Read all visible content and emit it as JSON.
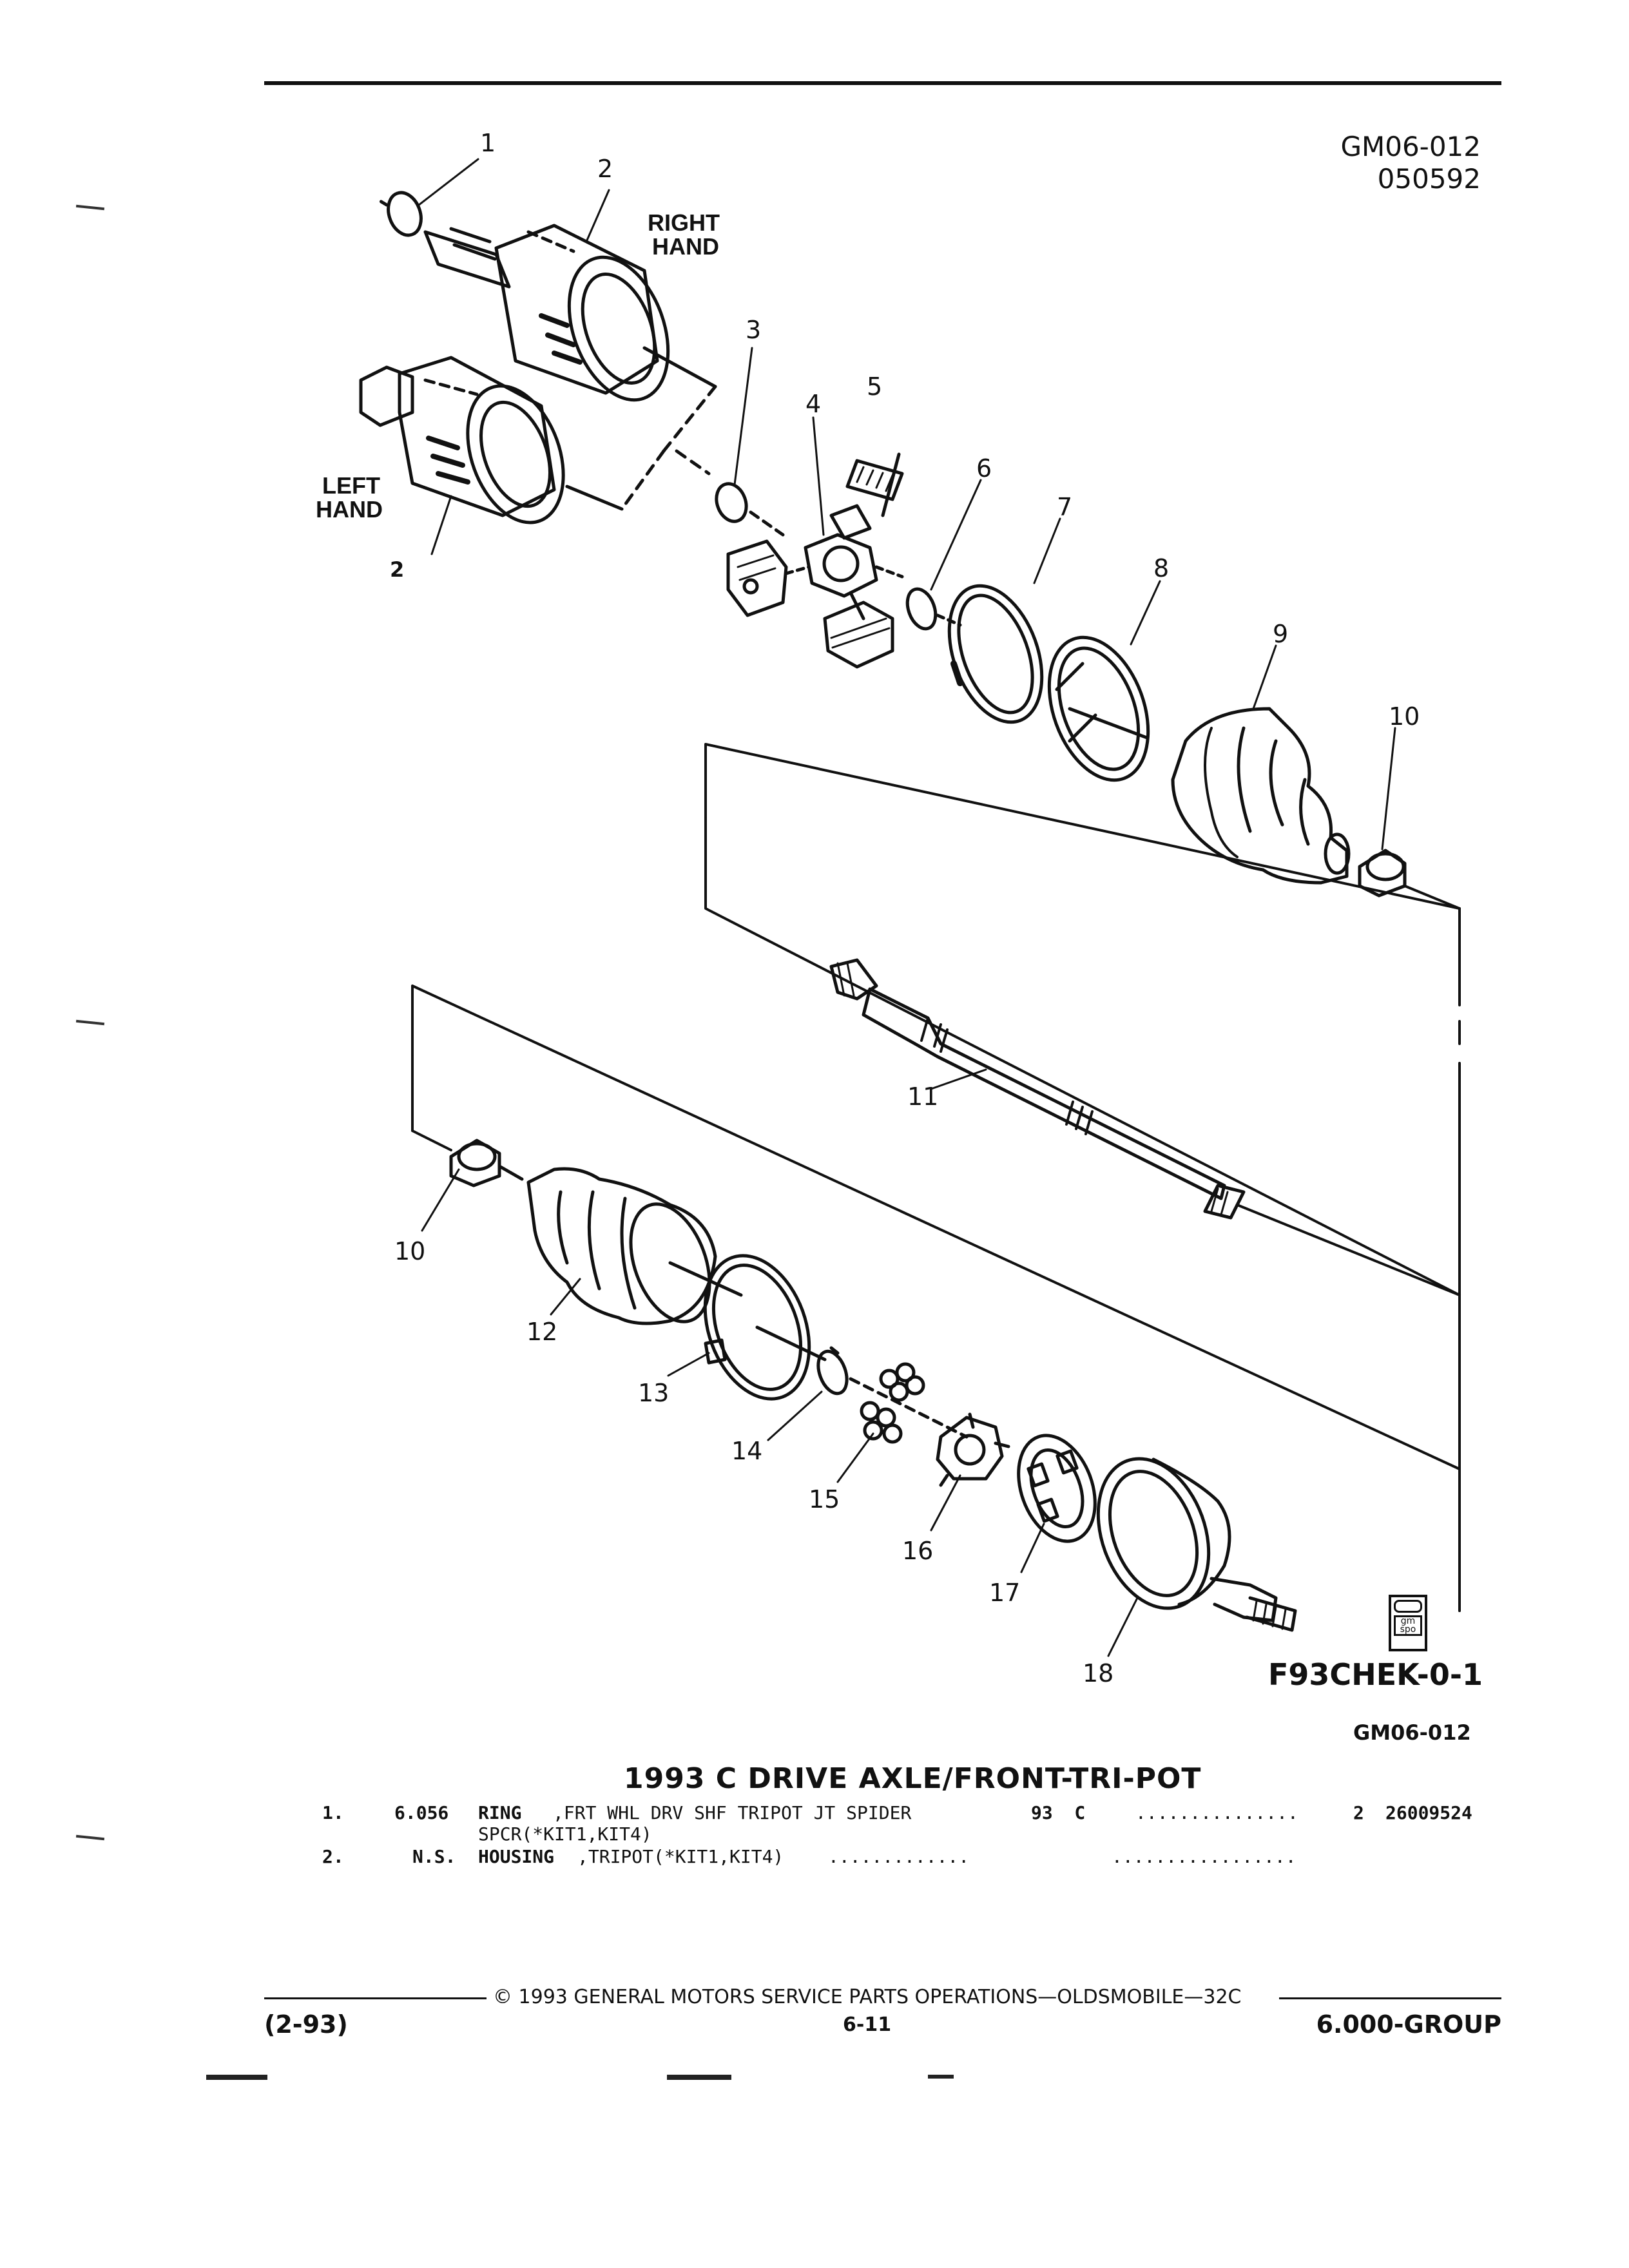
{
  "header": {
    "doc_code": "GM06-012",
    "date_code": "050592"
  },
  "hand_labels": {
    "right": [
      "RIGHT",
      "HAND"
    ],
    "left": [
      "LEFT",
      "HAND"
    ]
  },
  "callouts": [
    "1",
    "2",
    "2",
    "3",
    "4",
    "5",
    "6",
    "7",
    "8",
    "9",
    "10",
    "11",
    "10",
    "12",
    "13",
    "14",
    "15",
    "16",
    "17",
    "18"
  ],
  "badge": {
    "text": [
      "gm",
      "spo"
    ]
  },
  "figure_id": "F93CHEK-0-1",
  "figure_code": "GM06-012",
  "title": "1993 C DRIVE AXLE/FRONT-TRI-POT",
  "parts": [
    {
      "num": "1.",
      "code": "6.056",
      "name": "RING",
      "desc": ",FRT WHL DRV SHF TRIPOT JT SPIDER",
      "desc2": "SPCR(*KIT1,KIT4)",
      "model": "93  C",
      "dots": "...............",
      "qty": "2",
      "part_no": "26009524"
    },
    {
      "num": "2.",
      "code": "N.S.",
      "name": "HOUSING",
      "desc": ",TRIPOT(*KIT1,KIT4)",
      "dots1": ".............",
      "dots2": "................."
    }
  ],
  "footer": {
    "copyright": "© 1993 GENERAL MOTORS SERVICE PARTS OPERATIONS—OLDSMOBILE—32C",
    "revision": "(2-93)",
    "page": "6-11",
    "group": "6.000-GROUP"
  }
}
